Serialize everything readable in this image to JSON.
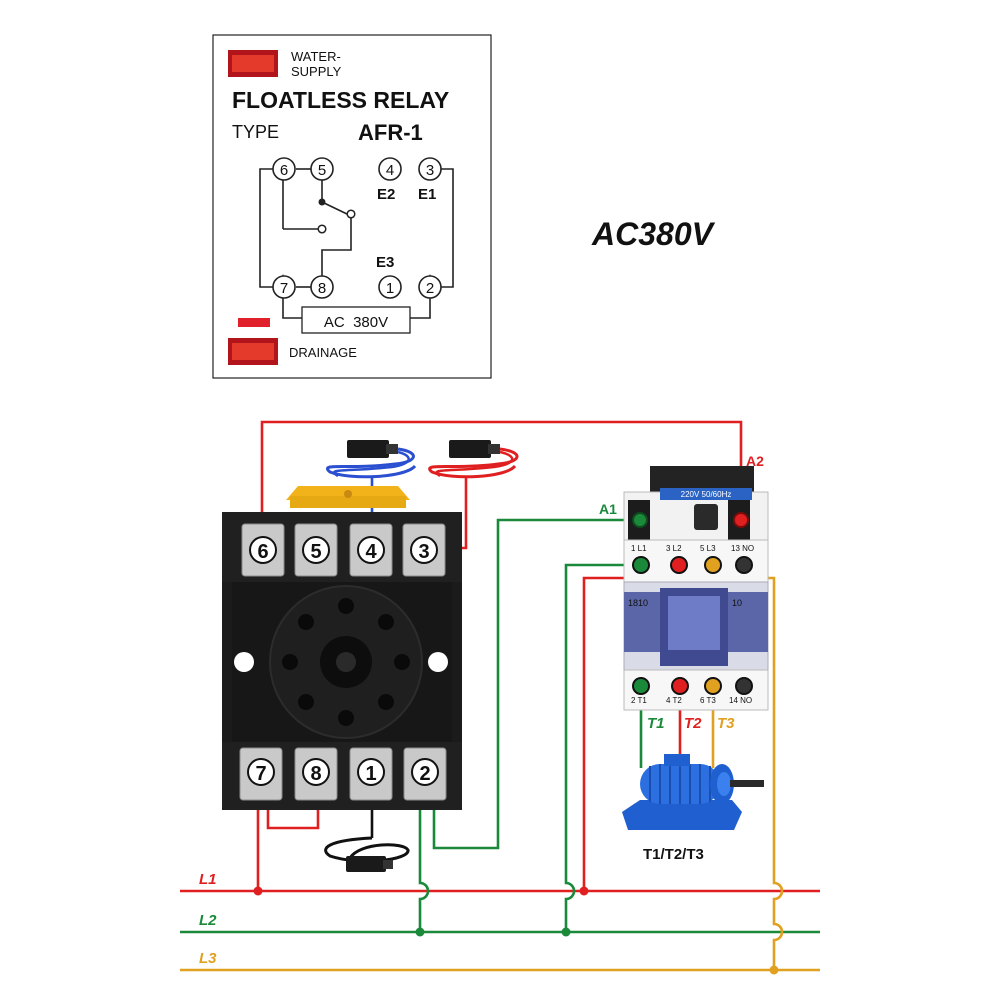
{
  "title": "AC380V",
  "panel": {
    "led_top_label_line1": "WATER-",
    "led_top_label_line2": "SUPPLY",
    "heading": "FLOATLESS RELAY",
    "type_label": "TYPE",
    "model": "AFR-1",
    "terminals_top": [
      "6",
      "5",
      "4",
      "3"
    ],
    "terminals_bottom": [
      "7",
      "8",
      "1",
      "2"
    ],
    "electrode_e2": "E2",
    "electrode_e1": "E1",
    "electrode_e3": "E3",
    "supply_box": "AC  380V",
    "led_bottom_label": "DRAINAGE",
    "led_color": "#d9201e"
  },
  "relay_base": {
    "top_terminals": [
      "6",
      "5",
      "4",
      "3"
    ],
    "bottom_terminals": [
      "7",
      "8",
      "1",
      "2"
    ]
  },
  "contactor": {
    "coil_label_a1": "A1",
    "coil_label_a2": "A2",
    "nameplate": "220V 50/60Hz",
    "model_left": "1810",
    "model_right": "10",
    "top_pins": [
      "1 L1",
      "3 L2",
      "5 L3",
      "13 NO"
    ],
    "bottom_pins": [
      "2 T1",
      "4 T2",
      "6 T3",
      "14 NO"
    ],
    "output_labels": [
      "T1",
      "T2",
      "T3"
    ]
  },
  "motor_label": "T1/T2/T3",
  "bus_lines": [
    {
      "name": "L1",
      "color": "#e02020"
    },
    {
      "name": "L2",
      "color": "#1a8a3a"
    },
    {
      "name": "L3",
      "color": "#e0a020"
    }
  ],
  "wire_colors": {
    "red": "#e02020",
    "green": "#1a8a3a",
    "orange": "#e0a020",
    "blue": "#2a4fd0",
    "black": "#111111"
  }
}
